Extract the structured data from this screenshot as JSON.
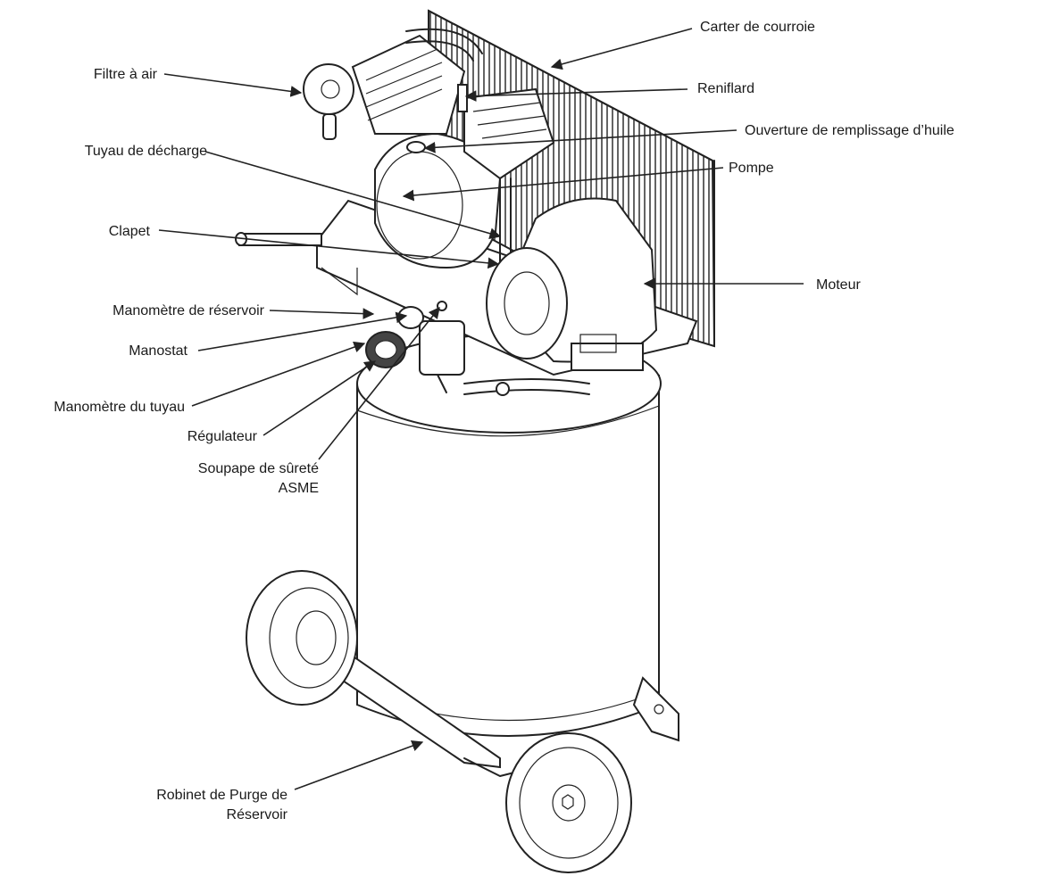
{
  "labels": {
    "carter": "Carter de courroie",
    "filtre": "Filtre à air",
    "reniflard": "Reniflard",
    "ouverture": "Ouverture de remplissage d’huile",
    "tuyau_decharge": "Tuyau de décharge",
    "pompe": "Pompe",
    "clapet": "Clapet",
    "moteur": "Moteur",
    "manometre_reservoir": "Manomètre de réservoir",
    "manostat": "Manostat",
    "manometre_tuyau": "Manomètre du tuyau",
    "regulateur": "Régulateur",
    "soupape_l1": "Soupape de sûreté",
    "soupape_l2": "ASME",
    "robinet_l1": "Robinet de Purge de",
    "robinet_l2": "Réservoir"
  }
}
